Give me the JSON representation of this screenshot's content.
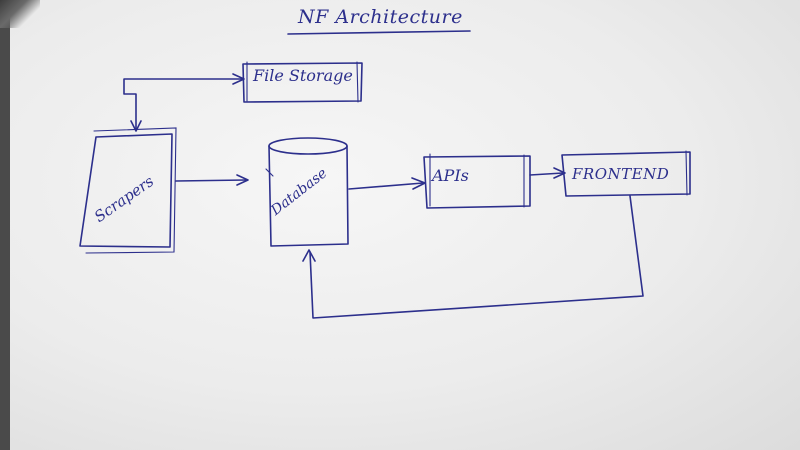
{
  "title": "NF Architecture",
  "nodes": {
    "file_storage": "File Storage",
    "scrapers": "Scrapers",
    "database": "Database",
    "apis": "APIs",
    "frontend": "FRONTEND"
  },
  "colors": {
    "ink": "#2c2f8c",
    "paper": "#efefef"
  }
}
